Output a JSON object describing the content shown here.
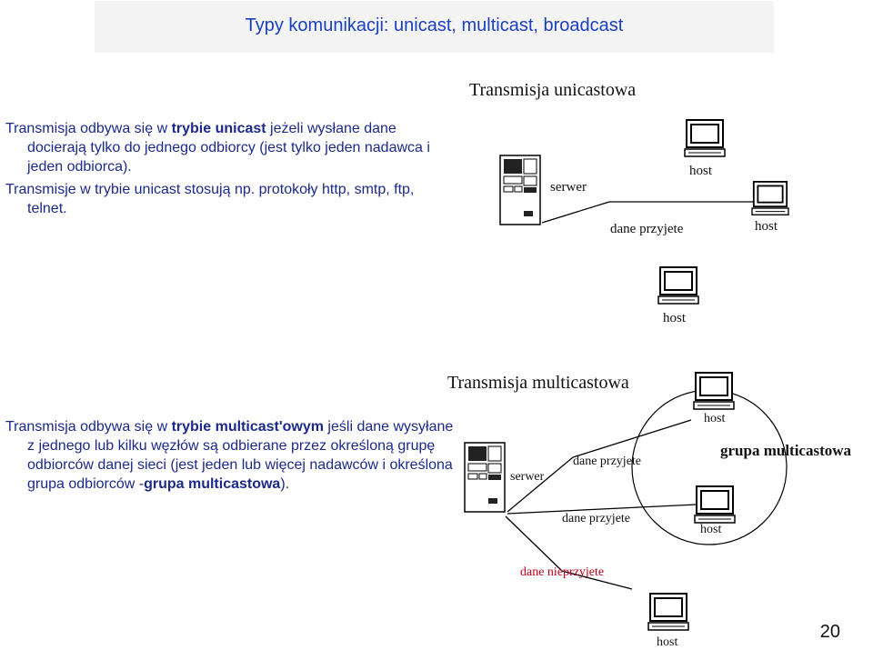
{
  "slide": {
    "title": "Typy komunikacji: unicast, multicast, broadcast",
    "page_number": "20"
  },
  "unicast": {
    "heading": "Transmisja unicastowa",
    "para1_before": "Transmisja odbywa się w ",
    "para1_bold": "trybie unicast",
    "para1_after": " jeżeli wysłane dane docierają tylko do jednego odbiorcy (jest tylko jeden nadawca i jeden odbiorca).",
    "para2": "Transmisje w trybie unicast stosują np. protokoły http, smtp, ftp, telnet.",
    "server_label": "serwer",
    "host_top_label": "host",
    "host_right_label": "host",
    "host_bottom_label": "host",
    "data_label": "dane przyjete"
  },
  "multicast": {
    "heading": "Transmisja multicastowa",
    "para_before": "Transmisja odbywa się w ",
    "para_bold1": "trybie multicast'owym",
    "para_mid": " jeśli dane wysyłane z jednego lub kilku węzłów są odbierane przez określoną grupę odbiorców danej sieci (jest jeden lub więcej nadawców i określona grupa odbiorców -",
    "para_bold2": "grupa multicastowa",
    "para_after": ").",
    "server_label": "serwer",
    "host_top_label": "host",
    "host_mid_label": "host",
    "host_bottom_label": "host",
    "group_label": "grupa multicastowa",
    "data_label_1": "dane przyjete",
    "data_label_2": "dane przyjete",
    "data_label_3": "dane nieprzyjete"
  },
  "icons": {
    "server": "server-tower-icon",
    "host": "desktop-computer-icon"
  },
  "colors": {
    "title": "#1a3fc1",
    "body_text": "#1b2a8a",
    "not_received": "#c0001a"
  }
}
